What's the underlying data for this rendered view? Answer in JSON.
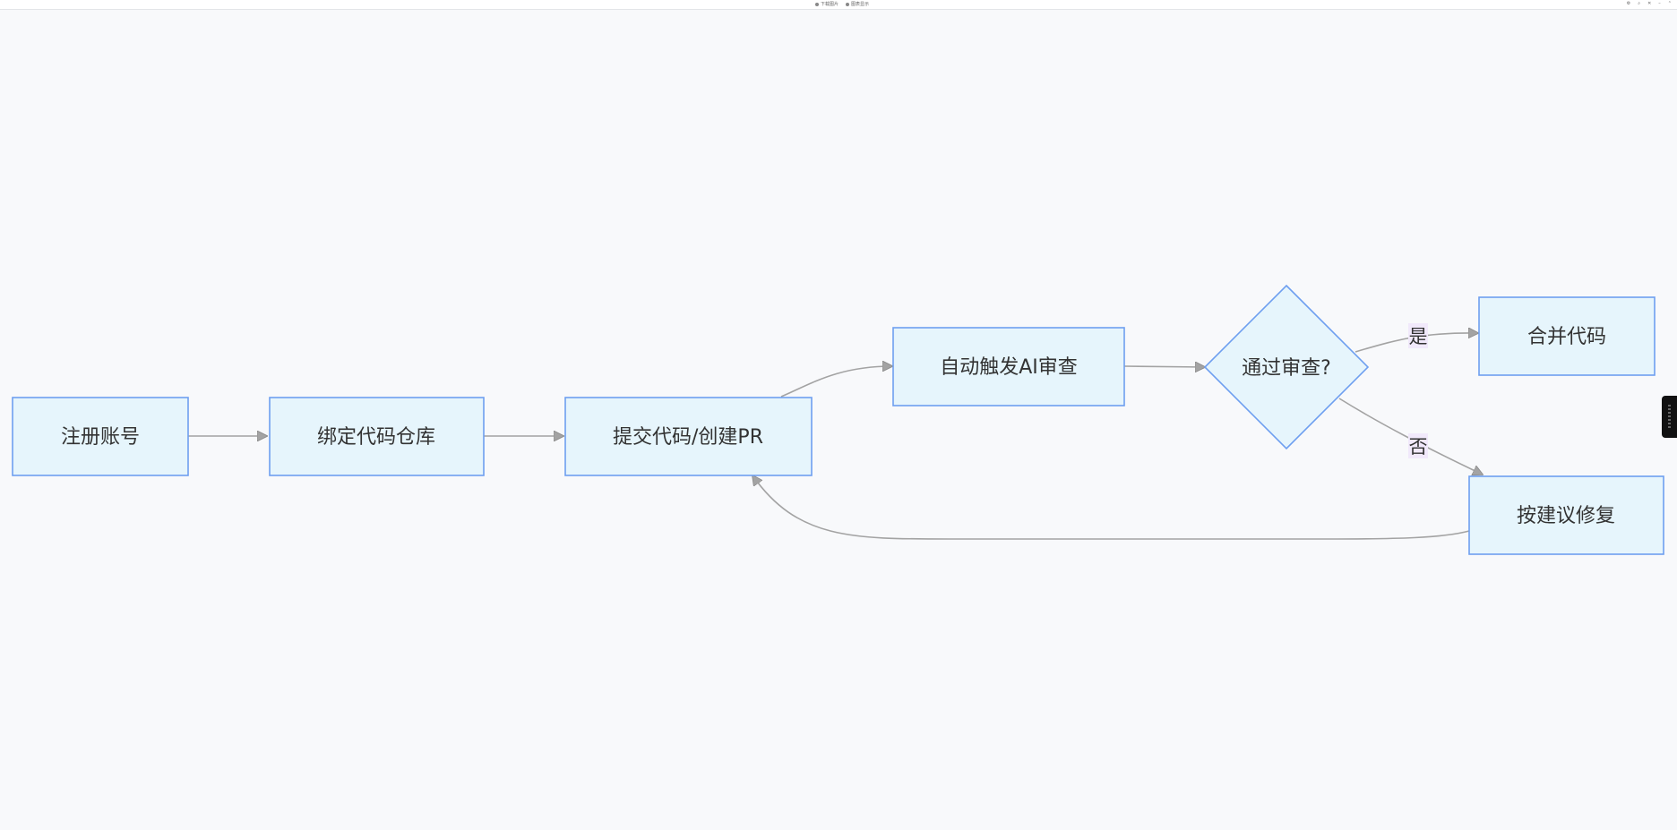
{
  "window": {
    "tabs": [
      {
        "label": "下载图片"
      },
      {
        "label": "图表显示"
      }
    ]
  },
  "nodes": [
    {
      "id": "register",
      "label": "注册账号",
      "shape": "rect"
    },
    {
      "id": "bind",
      "label": "绑定代码仓库",
      "shape": "rect"
    },
    {
      "id": "submit",
      "label": "提交代码/创建PR",
      "shape": "rect"
    },
    {
      "id": "review",
      "label": "自动触发AI审查",
      "shape": "rect"
    },
    {
      "id": "decision",
      "label": "通过审查?",
      "shape": "diamond"
    },
    {
      "id": "merge",
      "label": "合并代码",
      "shape": "rect"
    },
    {
      "id": "fix",
      "label": "按建议修复",
      "shape": "rect"
    }
  ],
  "edges": [
    {
      "from": "register",
      "to": "bind",
      "label": ""
    },
    {
      "from": "bind",
      "to": "submit",
      "label": ""
    },
    {
      "from": "submit",
      "to": "review",
      "label": ""
    },
    {
      "from": "review",
      "to": "decision",
      "label": ""
    },
    {
      "from": "decision",
      "to": "merge",
      "label": "是"
    },
    {
      "from": "decision",
      "to": "fix",
      "label": "否"
    },
    {
      "from": "fix",
      "to": "submit",
      "label": ""
    }
  ],
  "colors": {
    "node_fill": "#e6f5fc",
    "node_stroke": "#6e9ff0",
    "edge": "#a3a3a3",
    "edge_label_bg": "#f1e9fb",
    "background": "#f8f9fb"
  }
}
